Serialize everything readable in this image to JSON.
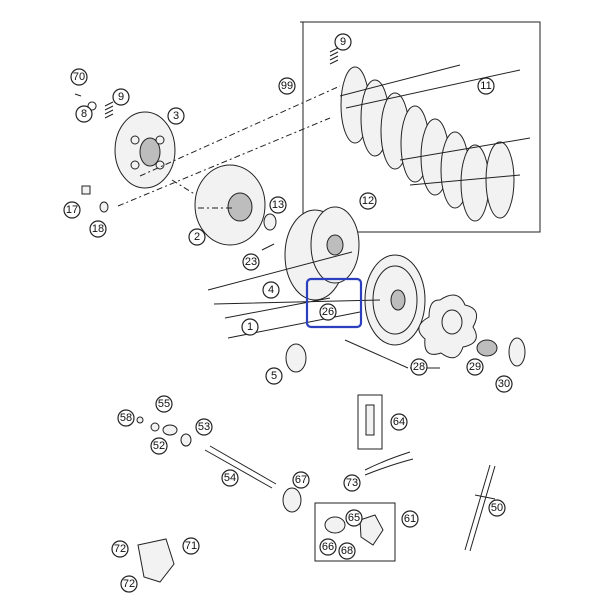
{
  "diagram": {
    "callouts": [
      {
        "id": "c9a",
        "label": "9"
      },
      {
        "id": "c99",
        "label": "99"
      },
      {
        "id": "c11",
        "label": "11"
      },
      {
        "id": "c12",
        "label": "12"
      },
      {
        "id": "c70",
        "label": "70"
      },
      {
        "id": "c8",
        "label": "8"
      },
      {
        "id": "c9b",
        "label": "9"
      },
      {
        "id": "c3",
        "label": "3"
      },
      {
        "id": "c17",
        "label": "17"
      },
      {
        "id": "c18",
        "label": "18"
      },
      {
        "id": "c2",
        "label": "2"
      },
      {
        "id": "c13",
        "label": "13"
      },
      {
        "id": "c23",
        "label": "23"
      },
      {
        "id": "c4",
        "label": "4"
      },
      {
        "id": "c1",
        "label": "1"
      },
      {
        "id": "c26",
        "label": "26"
      },
      {
        "id": "c5",
        "label": "5"
      },
      {
        "id": "c28",
        "label": "28"
      },
      {
        "id": "c29",
        "label": "29"
      },
      {
        "id": "c30",
        "label": "30"
      },
      {
        "id": "c58",
        "label": "58"
      },
      {
        "id": "c55",
        "label": "55"
      },
      {
        "id": "c53",
        "label": "53"
      },
      {
        "id": "c52",
        "label": "52"
      },
      {
        "id": "c64",
        "label": "64"
      },
      {
        "id": "c54",
        "label": "54"
      },
      {
        "id": "c67",
        "label": "67"
      },
      {
        "id": "c73",
        "label": "73"
      },
      {
        "id": "c50",
        "label": "50"
      },
      {
        "id": "c65",
        "label": "65"
      },
      {
        "id": "c61",
        "label": "61"
      },
      {
        "id": "c66",
        "label": "66"
      },
      {
        "id": "c68",
        "label": "68"
      },
      {
        "id": "c72a",
        "label": "72"
      },
      {
        "id": "c71",
        "label": "71"
      },
      {
        "id": "c72b",
        "label": "72"
      }
    ],
    "highlight_color": "#2b3fbf"
  }
}
